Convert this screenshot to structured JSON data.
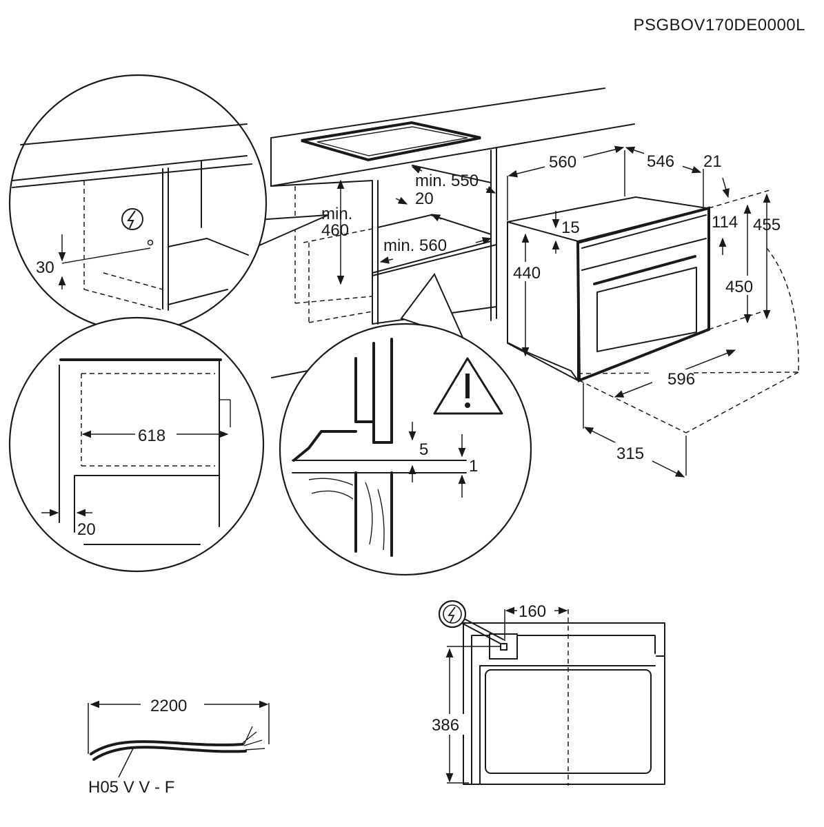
{
  "doc_code": "PSGBOV170DE0000L",
  "labels": {
    "d560": "560",
    "d546": "546",
    "d21": "21",
    "min550": "min. 550",
    "d20_top": "20",
    "min_word": "min.",
    "d460": "460",
    "min560": "min. 560",
    "d15": "15",
    "d114": "114",
    "d455": "455",
    "d440": "440",
    "d450": "450",
    "d596": "596",
    "d315": "315",
    "d30": "30",
    "d618": "618",
    "d20_side": "20",
    "d5": "5",
    "d1": "1",
    "d160": "160",
    "d386": "386",
    "d2200": "2200",
    "cable_type": "H05 V V - F"
  },
  "icons": [
    "electric-connection-icon",
    "warning-triangle-icon"
  ]
}
